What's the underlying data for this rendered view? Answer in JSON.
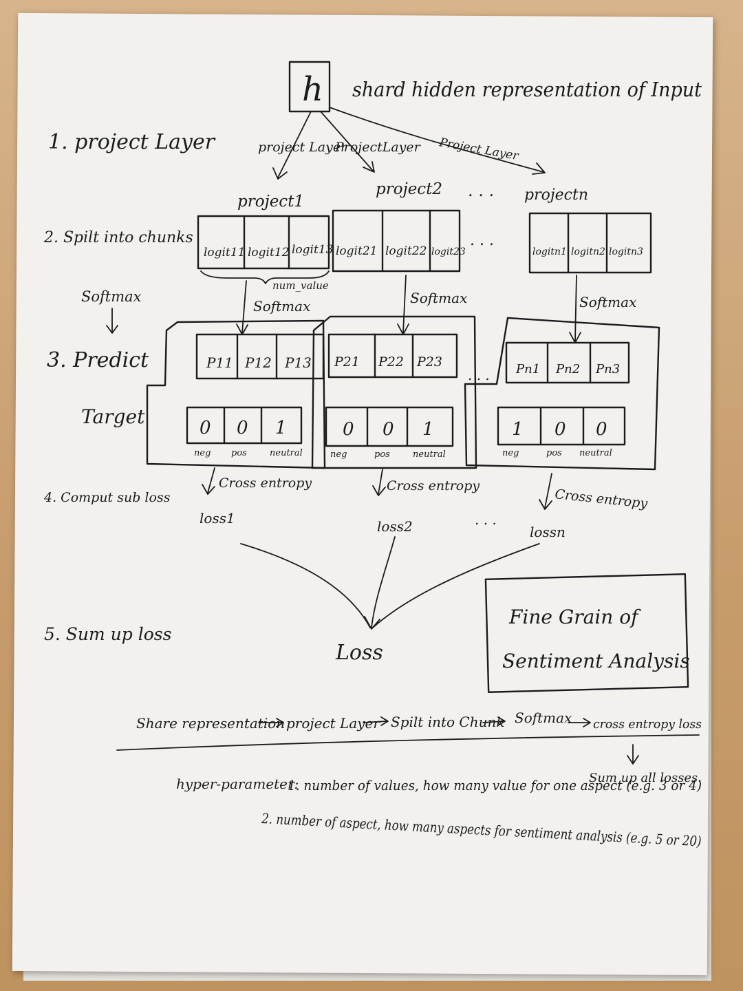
{
  "header": {
    "h_symbol": "h",
    "h_caption": "shard hidden representation of Input"
  },
  "steps": {
    "s1": "1. project Layer",
    "s2": "2. Spilt into chunks",
    "softmax": "Softmax",
    "s3": "3. Predict",
    "target": "Target",
    "s4": "4. Comput sub loss",
    "s5": "5. Sum up loss"
  },
  "arrows": {
    "pl1": "project Layer",
    "pl2": "ProjectLayer",
    "pl3": "Project Layer"
  },
  "projects": {
    "p1": "project1",
    "p2": "project2",
    "pn": "projectn",
    "ellipsis": ". . ."
  },
  "logits": {
    "g1": [
      "logit11",
      "logit12",
      "logit13"
    ],
    "g2": [
      "logit21",
      "logit22",
      "logit23"
    ],
    "gn": [
      "logitn1",
      "logitn2",
      "logitn3"
    ]
  },
  "num_value": "num_value",
  "softmax_label": "Softmax",
  "predict": {
    "g1": [
      "P11",
      "P12",
      "P13"
    ],
    "g2": [
      "P21",
      "P22",
      "P23"
    ],
    "gn": [
      "Pn1",
      "Pn2",
      "Pn3"
    ]
  },
  "target": {
    "g1": [
      "0",
      "0",
      "1"
    ],
    "g2": [
      "0",
      "0",
      "1"
    ],
    "gn": [
      "1",
      "0",
      "0"
    ]
  },
  "classes": [
    "neg",
    "pos",
    "neutral"
  ],
  "cross_entropy": "Cross entropy",
  "losses": [
    "loss1",
    "loss2",
    "lossn"
  ],
  "total_loss": "Loss",
  "title_box": {
    "line1": "Fine Grain of",
    "line2": "Sentiment Analysis"
  },
  "pipeline": {
    "steps": [
      "Share representation",
      "project Layer",
      "Spilt into Chunk",
      "Softmax",
      "cross entropy loss"
    ],
    "final": "Sum up all losses."
  },
  "hyper": {
    "label": "hyper-parameter:",
    "line1": "1. number of values, how many value for one aspect (e.g. 3 or 4)",
    "line2": "2. number of aspect, how many aspects for sentiment analysis (e.g. 5 or 20)"
  }
}
